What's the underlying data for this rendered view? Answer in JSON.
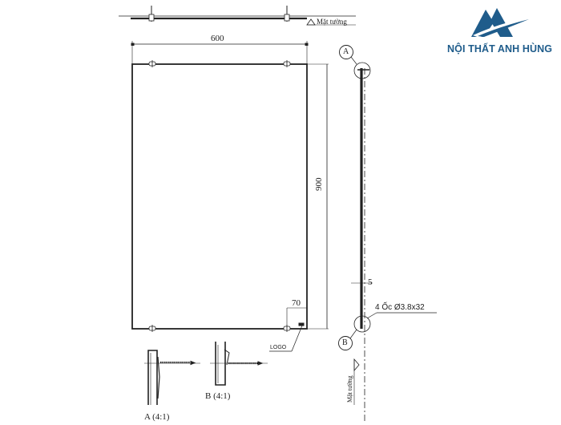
{
  "brand": {
    "name": "NỘI THẤT ANH HÙNG",
    "logo_icon": "triangle-a-swoosh-logo",
    "color": "#1f5c8b"
  },
  "drawing": {
    "top_view": {
      "wall_label": "Mặt tường"
    },
    "front_view": {
      "width_dim": "600",
      "height_dim": "900",
      "logo_offset_dim": "70",
      "logo_label": "LOGO"
    },
    "side_view": {
      "callout_a": "A",
      "callout_b": "B",
      "gap_dim": "5",
      "screw_note": "4 Ốc Ø3.8x32",
      "wall_label": "Mặt tường"
    },
    "details": {
      "detail_a_label": "A (4:1)",
      "detail_b_label": "B (4:1)"
    }
  }
}
